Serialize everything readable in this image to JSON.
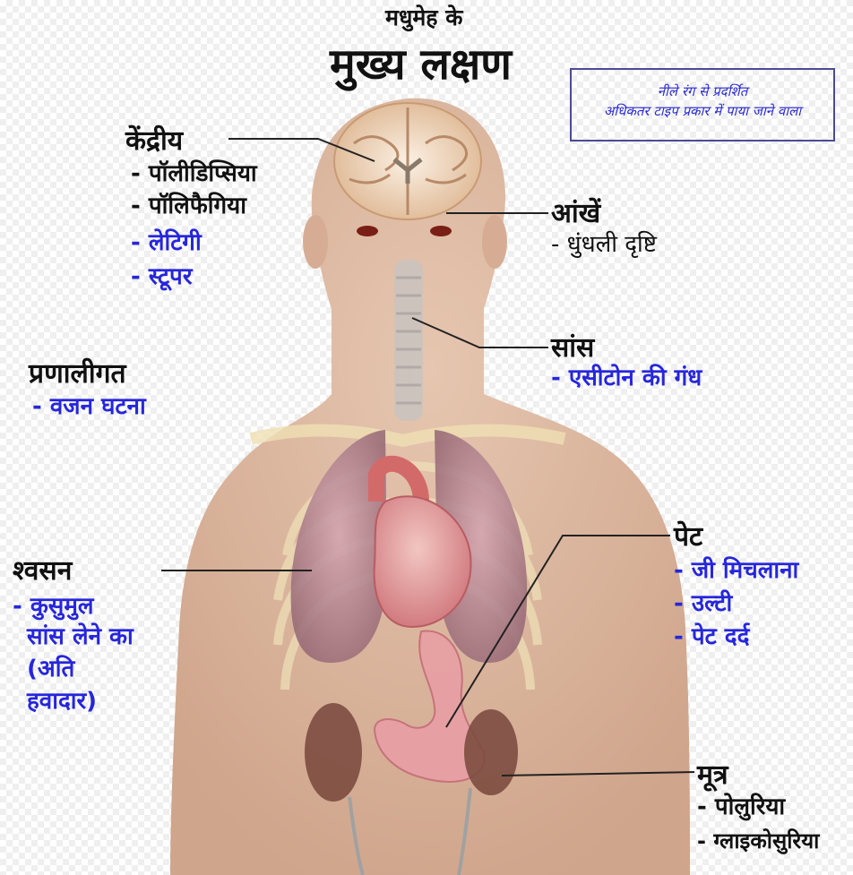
{
  "header": {
    "pre_title": "मधुमेह के",
    "title": "मुख्य लक्षण"
  },
  "legend": {
    "line1": "नीले रंग से प्रदर्शित",
    "line2": "अधिकतर टाइप प्रकार में पाया जाने वाला"
  },
  "groups": {
    "central": {
      "title": "केंद्रीय",
      "items": [
        "- पॉलीडिप्सिया",
        "- पॉलिफैगिया",
        "- लेटिगी",
        "- स्टूपर"
      ]
    },
    "eyes": {
      "title": "आंखें",
      "items": [
        "- धुंधली दृष्टि"
      ]
    },
    "systemic": {
      "title": "प्रणालीगत",
      "items": [
        "- वजन घटना"
      ]
    },
    "breath": {
      "title": "सांस",
      "items": [
        "- एसीटोन की गंध"
      ]
    },
    "respiratory": {
      "title": "श्वसन",
      "items": [
        "- कुसुमुल",
        "सांस लेने का",
        "(अति",
        "हवादार)"
      ]
    },
    "stomach": {
      "title": "पेट",
      "items": [
        "- जी मिचलाना",
        "- उल्टी",
        "- पेट दर्द"
      ]
    },
    "urine": {
      "title": "मूत्र",
      "items": [
        "- पोलुरिया",
        "- ग्लाइकोसुरिया"
      ]
    }
  },
  "colors": {
    "type1_text": "#2626dd",
    "default_text": "#111111",
    "skin": "#dcb8a0"
  }
}
